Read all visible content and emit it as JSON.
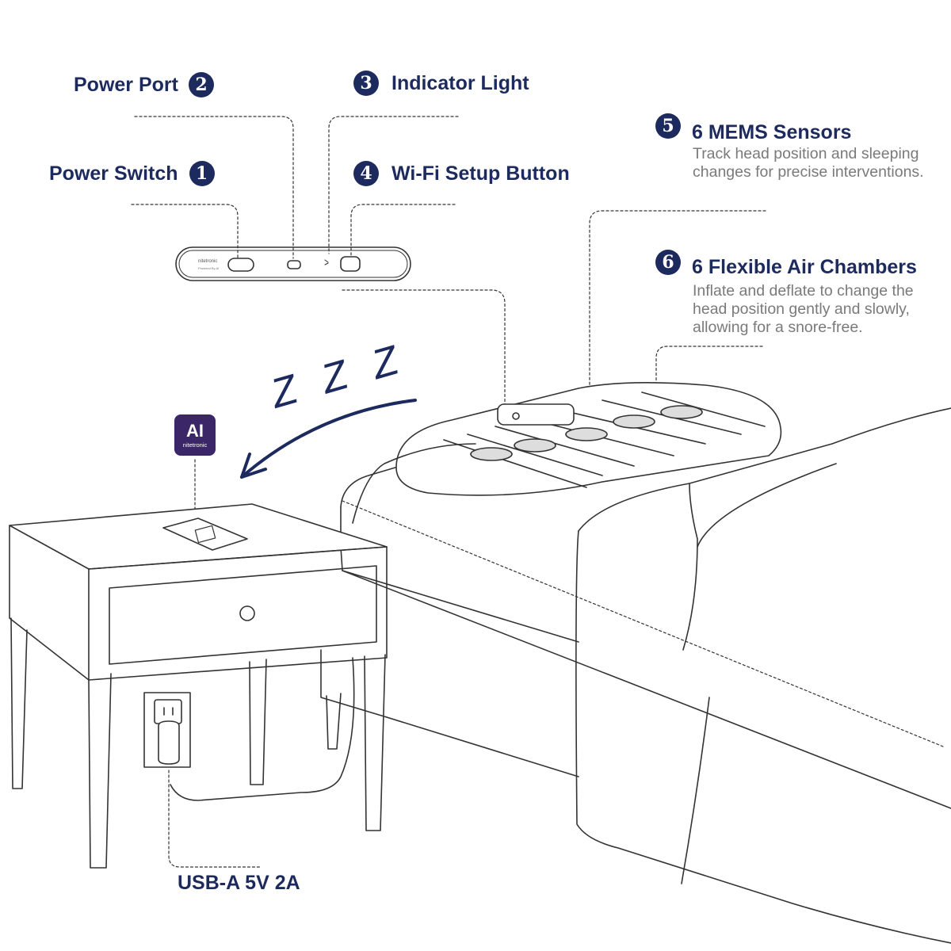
{
  "callouts": {
    "power_port": {
      "number": "2",
      "label": "Power Port"
    },
    "indicator_light": {
      "number": "3",
      "label": "Indicator Light"
    },
    "power_switch": {
      "number": "1",
      "label": "Power Switch"
    },
    "wifi_button": {
      "number": "4",
      "label": "Wi-Fi Setup Button"
    },
    "mems_sensors": {
      "number": "5",
      "label": "6 MEMS Sensors",
      "desc_lines": [
        "Track head position and sleeping",
        "changes for precise interventions."
      ]
    },
    "air_chambers": {
      "number": "6",
      "label": "6 Flexible Air Chambers",
      "desc_lines": [
        "Inflate and deflate to change the",
        "head position gently and slowly,",
        "allowing for a snore-free."
      ]
    }
  },
  "usb_label": "USB-A 5V 2A",
  "zzz": "Z Z Z",
  "ai_logo": {
    "mark": "AI",
    "brand": "nitetronic"
  },
  "device_panel": {
    "brand": "nitetronic",
    "tagline": "Powered By AI"
  },
  "colors": {
    "accent": "#1d2a5e",
    "line": "#333333",
    "desc": "#7a7a7a",
    "logo_bg": "#3b2667"
  }
}
